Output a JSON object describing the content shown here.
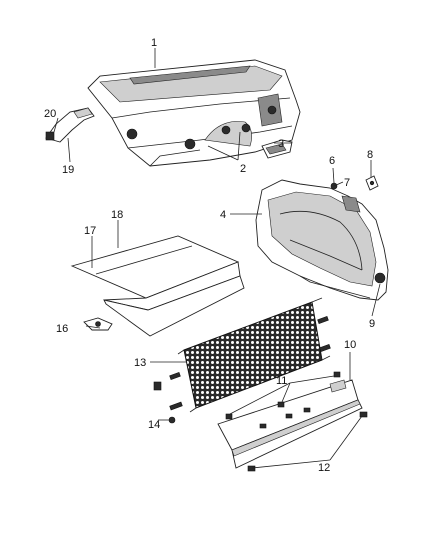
{
  "callouts": {
    "c1": "1",
    "c2a": "2",
    "c3": "3",
    "c4": "4",
    "c6": "6",
    "c7": "7",
    "c8": "8",
    "c9": "9",
    "c10": "10",
    "c11": "11",
    "c12": "12",
    "c13": "13",
    "c14": "14",
    "c16": "16",
    "c17": "17",
    "c18": "18",
    "c19": "19",
    "c20": "20"
  }
}
